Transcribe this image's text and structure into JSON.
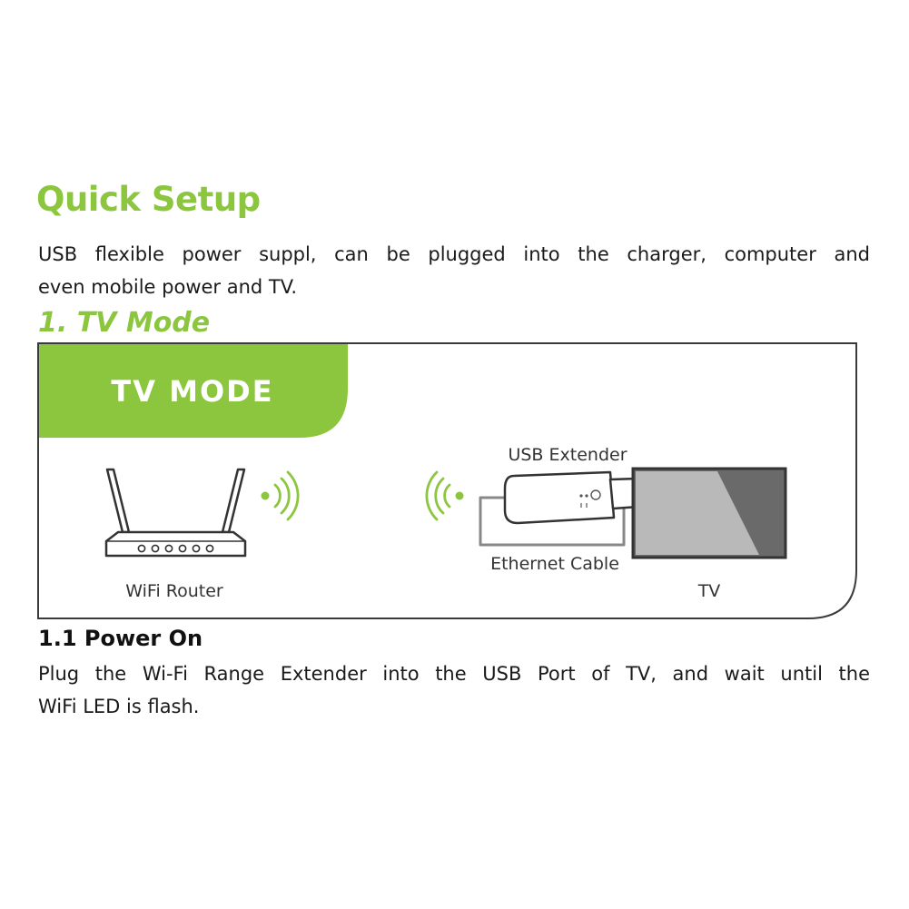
{
  "doc": {
    "title": "Quick Setup",
    "intro_line1": "USB flexible power suppl, can be plugged into the charger, computer and",
    "intro_line2": "even mobile power and TV.",
    "section_heading": "1. TV Mode",
    "diagram": {
      "banner": "TV MODE",
      "router_label": "WiFi Router",
      "extender_label": "USB Extender",
      "cable_label": "Ethernet Cable",
      "tv_label": "TV",
      "accent_color": "#8cc63f"
    },
    "subsection_heading": "1.1 Power On",
    "body_line1": "Plug the Wi-Fi Range Extender into the USB Port of TV, and wait until the",
    "body_line2": "WiFi LED is flash."
  }
}
